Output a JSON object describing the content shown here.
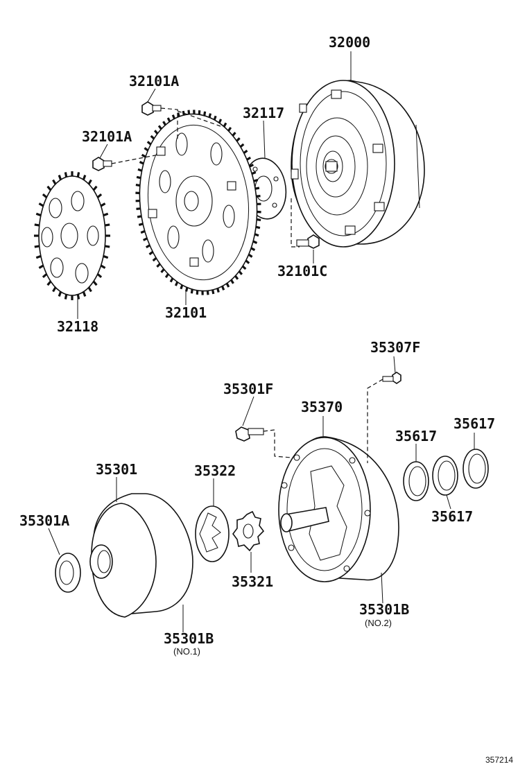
{
  "figure_id": "357214",
  "parts": [
    {
      "id": "p-32000",
      "number": "32000",
      "name": "torque-converter"
    },
    {
      "id": "p-32101A-1",
      "number": "32101A",
      "name": "bolt"
    },
    {
      "id": "p-32101A-2",
      "number": "32101A",
      "name": "bolt"
    },
    {
      "id": "p-32117",
      "number": "32117",
      "name": "spacer-plate"
    },
    {
      "id": "p-32118",
      "number": "32118",
      "name": "sensor-plate"
    },
    {
      "id": "p-32101",
      "number": "32101",
      "name": "drive-plate"
    },
    {
      "id": "p-32101C",
      "number": "32101C",
      "name": "bolt"
    },
    {
      "id": "p-35307F",
      "number": "35307F",
      "name": "bolt"
    },
    {
      "id": "p-35301F",
      "number": "35301F",
      "name": "bolt"
    },
    {
      "id": "p-35370",
      "number": "35370",
      "name": "oil-pump-body"
    },
    {
      "id": "p-35617-a",
      "number": "35617",
      "name": "seal-ring"
    },
    {
      "id": "p-35617-b",
      "number": "35617",
      "name": "seal-ring"
    },
    {
      "id": "p-35617-c",
      "number": "35617",
      "name": "seal-ring"
    },
    {
      "id": "p-35301",
      "number": "35301",
      "name": "pump-cover"
    },
    {
      "id": "p-35322",
      "number": "35322",
      "name": "driven-gear"
    },
    {
      "id": "p-35301A",
      "number": "35301A",
      "name": "oil-seal"
    },
    {
      "id": "p-35321",
      "number": "35321",
      "name": "drive-gear"
    },
    {
      "id": "p-35301B-1",
      "number": "35301B",
      "name": "bushing",
      "note": "(NO.1)"
    },
    {
      "id": "p-35301B-2",
      "number": "35301B",
      "name": "bushing",
      "note": "(NO.2)"
    }
  ]
}
